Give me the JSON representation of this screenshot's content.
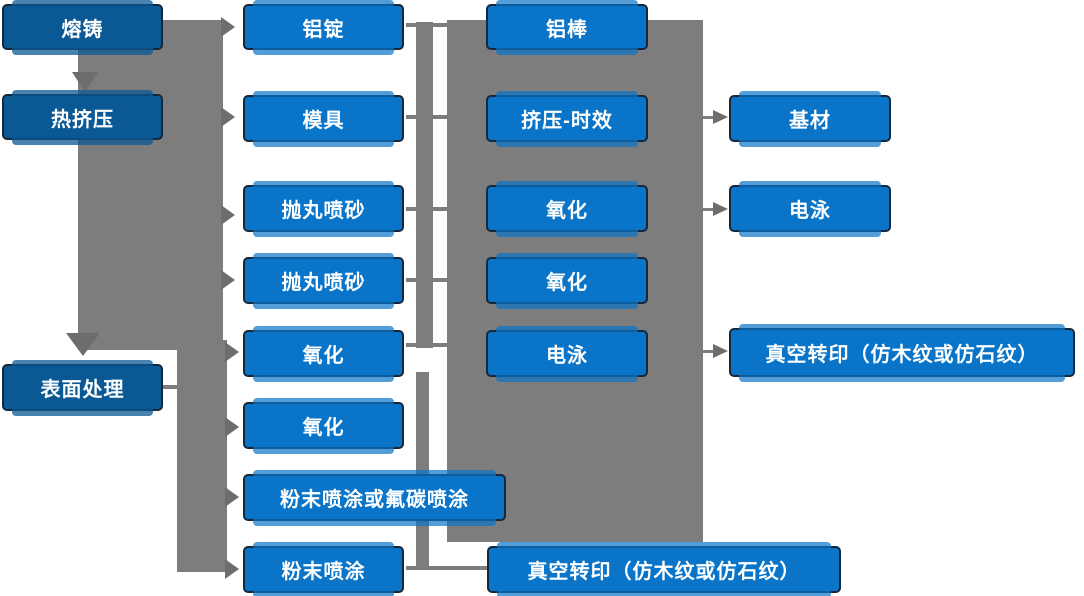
{
  "diagram_type": "process-flowchart",
  "language": "zh-CN",
  "colors": {
    "stage_box_fill": "#0b5a94",
    "step_box_fill": "#0a75c8",
    "box_border": "#16273a",
    "connector_gray": "#7d7d7d",
    "arrowhead_gray": "#6d6d6d",
    "text": "#ffffff",
    "background": "#ffffff"
  },
  "nodes": [
    {
      "id": "melting-casting",
      "label": "熔铸",
      "style": "dark"
    },
    {
      "id": "hot-extrusion",
      "label": "热挤压",
      "style": "dark"
    },
    {
      "id": "surface-treatment",
      "label": "表面处理",
      "style": "dark"
    },
    {
      "id": "aluminum-ingot",
      "label": "铝锭",
      "style": "bright"
    },
    {
      "id": "mold",
      "label": "模具",
      "style": "bright"
    },
    {
      "id": "shot-blasting-1",
      "label": "抛丸喷砂",
      "style": "bright"
    },
    {
      "id": "shot-blasting-2",
      "label": "抛丸喷砂",
      "style": "bright"
    },
    {
      "id": "oxidation-1",
      "label": "氧化",
      "style": "bright"
    },
    {
      "id": "oxidation-2",
      "label": "氧化",
      "style": "bright"
    },
    {
      "id": "powder-or-fluorocarbon-coating",
      "label": "粉末喷涂或氟碳喷涂",
      "style": "bright"
    },
    {
      "id": "powder-coating",
      "label": "粉末喷涂",
      "style": "bright"
    },
    {
      "id": "aluminum-rod",
      "label": "铝棒",
      "style": "bright"
    },
    {
      "id": "extrusion-aging",
      "label": "挤压-时效",
      "style": "bright"
    },
    {
      "id": "oxidation-3",
      "label": "氧化",
      "style": "bright"
    },
    {
      "id": "oxidation-4",
      "label": "氧化",
      "style": "bright"
    },
    {
      "id": "electrophoresis-1",
      "label": "电泳",
      "style": "bright"
    },
    {
      "id": "vacuum-transfer-1",
      "label": "真空转印（仿木纹或仿石纹）",
      "style": "bright"
    },
    {
      "id": "base-material",
      "label": "基材",
      "style": "bright"
    },
    {
      "id": "electrophoresis-2",
      "label": "电泳",
      "style": "bright"
    },
    {
      "id": "vacuum-transfer-2",
      "label": "真空转印（仿木纹或仿石纹）",
      "style": "bright"
    }
  ],
  "edges": [
    "melting-casting -> hot-extrusion",
    "hot-extrusion -> surface-treatment",
    "melting-casting -> aluminum-ingot",
    "hot-extrusion -> mold",
    "hot-extrusion -> shot-blasting-1",
    "hot-extrusion -> shot-blasting-2",
    "surface-treatment -> oxidation-1",
    "surface-treatment -> oxidation-2",
    "surface-treatment -> powder-or-fluorocarbon-coating",
    "surface-treatment -> powder-coating",
    "aluminum-ingot -- aluminum-rod",
    "mold -- extrusion-aging",
    "shot-blasting-1 -- oxidation-3",
    "shot-blasting-2 -- oxidation-4",
    "oxidation-1 -- electrophoresis-1",
    "powder-coating -- vacuum-transfer-1",
    "extrusion-aging -> base-material",
    "oxidation-3 -> electrophoresis-2",
    "electrophoresis-1 -> vacuum-transfer-2"
  ]
}
